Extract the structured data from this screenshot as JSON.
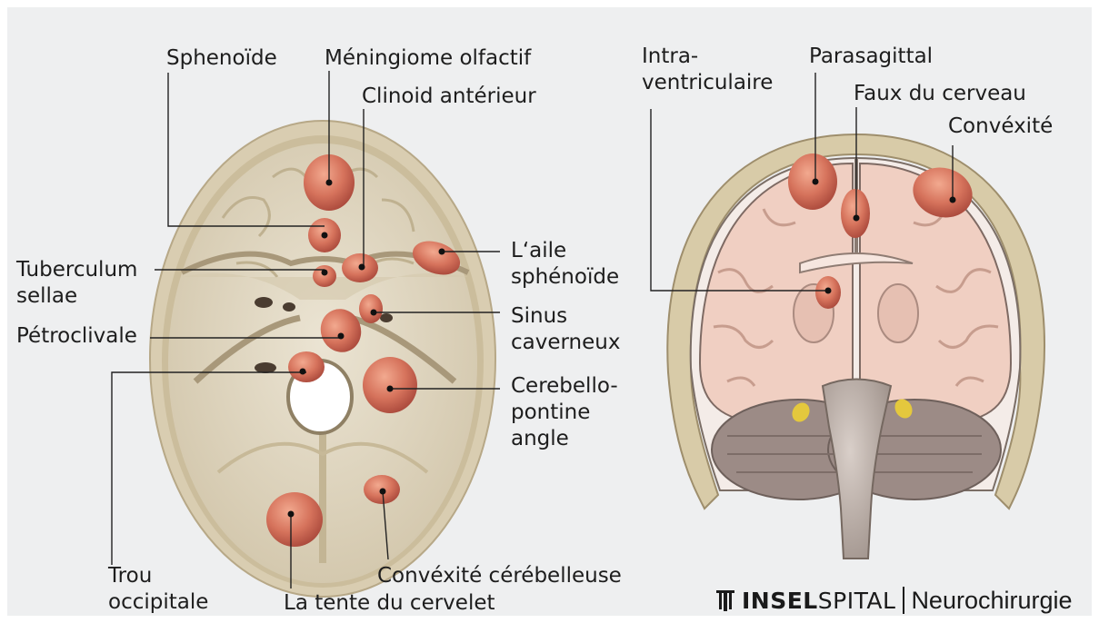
{
  "labels": {
    "sphenoide": "Sphenoïde",
    "meningiome_olfactif": "Méningiome olfactif",
    "clinoid_anterieur": "Clinoid antérieur",
    "tuberculum_sellae": "Tuberculum\nsellae",
    "aile_sphenoide": "L‘aile\nsphénoïde",
    "sinus_caverneux": "Sinus\ncaverneux",
    "petroclivale": "Pétroclivale",
    "cerebellopontine": "Cerebello-\npontine\nangle",
    "trou_occipitale": "Trou\noccipitale",
    "convexite_cerebelleuse": "Convéxité cérébelleuse",
    "tente_cervelet": "La tente du cervelet",
    "intraventriculaire": "Intra-\nventriculaire",
    "parasagittal": "Parasagittal",
    "faux_cerveau": "Faux du cerveau",
    "convexite": "Convéxité"
  },
  "brand": {
    "insel": "INSEL",
    "spital": "SPITAL",
    "department": "Neurochirurgie"
  },
  "colors": {
    "background": "#eeeff0",
    "bone": "#e3dac6",
    "tumor": "#d0705a",
    "brain": "#f2d6cc",
    "leader": "#222222"
  }
}
